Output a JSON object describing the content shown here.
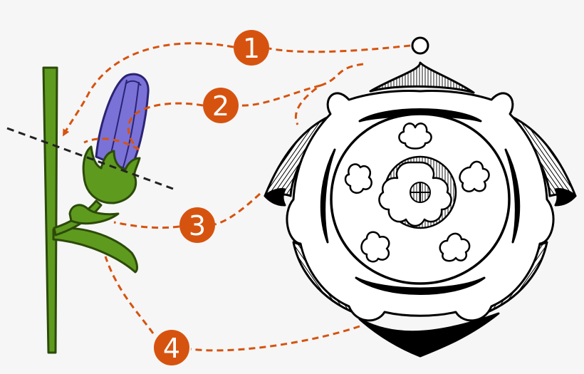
{
  "colors": {
    "background": "#f6f6f6",
    "callout": "#d6530f",
    "stem": "#5e9a1e",
    "stem_outline": "#2c4a0a",
    "flower": "#7b72d8",
    "flower_outline": "#2b2373",
    "ink": "#000000"
  },
  "icons": {
    "plant": "bellflower-plant-icon",
    "diagram": "floral-diagram-icon"
  },
  "callouts": [
    {
      "label": "1",
      "target": "axis"
    },
    {
      "label": "2",
      "target": "petals"
    },
    {
      "label": "3",
      "target": "sepals"
    },
    {
      "label": "4",
      "target": "bract"
    }
  ]
}
